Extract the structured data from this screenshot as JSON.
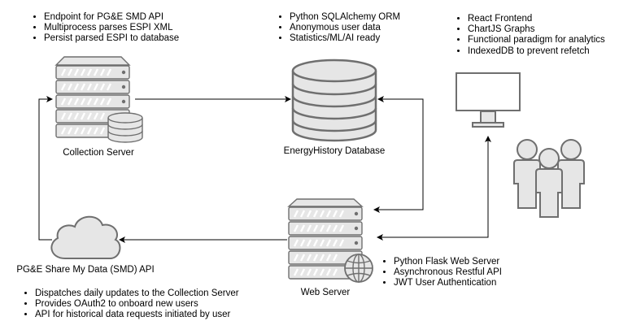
{
  "colors": {
    "stroke": "#6f6f6f",
    "fill": "#e6e6e6",
    "arrow": "#000000"
  },
  "collection": {
    "bullets": [
      "Endpoint for PG&E SMD API",
      "Multiprocess parses ESPI XML",
      "Persist parsed ESPI to database"
    ],
    "label": "Collection Server",
    "icon": "server-database-icon"
  },
  "database": {
    "bullets": [
      "Python SQLAlchemy ORM",
      "Anonymous user data",
      "Statistics/ML/AI ready"
    ],
    "label": "EnergyHistory Database",
    "icon": "database-icon"
  },
  "frontend": {
    "bullets": [
      "React Frontend",
      "ChartJS Graphs",
      "Functional paradigm for analytics",
      "IndexedDB to prevent refetch"
    ],
    "icons": [
      "monitor-icon",
      "users-icon"
    ]
  },
  "webserver": {
    "bullets": [
      "Python Flask Web Server",
      "Asynchronous Restful API",
      "JWT User Authentication"
    ],
    "label": "Web Server",
    "icon": "web-server-globe-icon"
  },
  "smd": {
    "label": "PG&E Share My Data (SMD) API",
    "bullets": [
      "Dispatches daily updates to the Collection Server",
      "Provides OAuth2 to onboard new users",
      "API for historical data requests initiated by user"
    ],
    "icon": "cloud-icon"
  }
}
